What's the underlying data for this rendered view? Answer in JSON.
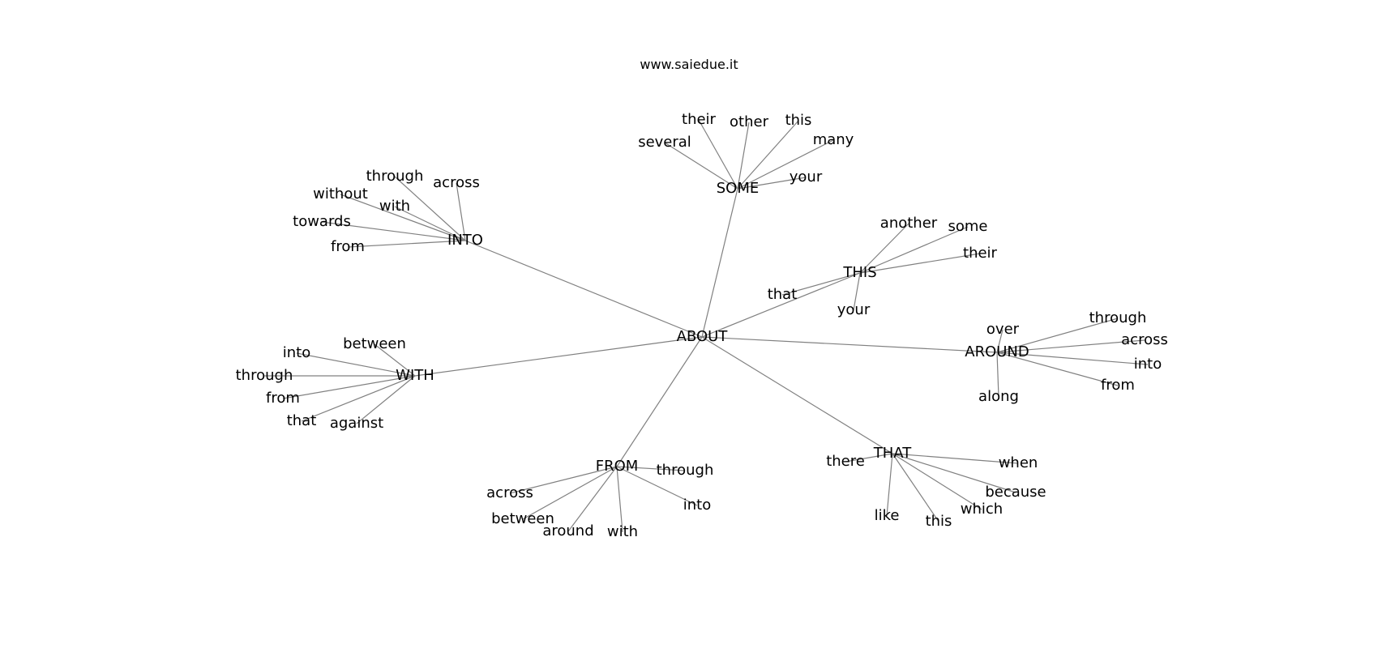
{
  "title": "www.saiedue.it",
  "center": "ABOUT",
  "hubs": [
    {
      "label": "SOME",
      "leaves": [
        "their",
        "other",
        "this",
        "several",
        "many",
        "your"
      ]
    },
    {
      "label": "INTO",
      "leaves": [
        "through",
        "across",
        "without",
        "with",
        "towards",
        "from"
      ]
    },
    {
      "label": "THIS",
      "leaves": [
        "another",
        "some",
        "their",
        "that",
        "your"
      ]
    },
    {
      "label": "AROUND",
      "leaves": [
        "over",
        "through",
        "across",
        "into",
        "from",
        "along"
      ]
    },
    {
      "label": "WITH",
      "leaves": [
        "between",
        "into",
        "through",
        "from",
        "that",
        "against"
      ]
    },
    {
      "label": "FROM",
      "leaves": [
        "through",
        "across",
        "between",
        "around",
        "with",
        "into"
      ]
    },
    {
      "label": "THAT",
      "leaves": [
        "there",
        "when",
        "because",
        "which",
        "like",
        "this"
      ]
    }
  ]
}
